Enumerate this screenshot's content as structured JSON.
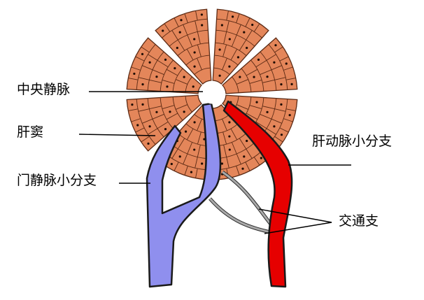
{
  "labels": {
    "central_vein": "中央静脉",
    "sinusoid": "肝窦",
    "portal_vein_branch": "门静脉小分支",
    "hepatic_artery_branch": "肝动脉小分支",
    "anastomosis": "交通支"
  },
  "colors": {
    "lobule_fill": "#e4865a",
    "cell_border": "#5c2a14",
    "nucleus": "#1e0c04",
    "portal_vein": "#8f8fee",
    "hepatic_artery": "#e60000",
    "anastomosis": "#a9a9a9",
    "outline": "#1a1a1a",
    "background": "#ffffff"
  }
}
